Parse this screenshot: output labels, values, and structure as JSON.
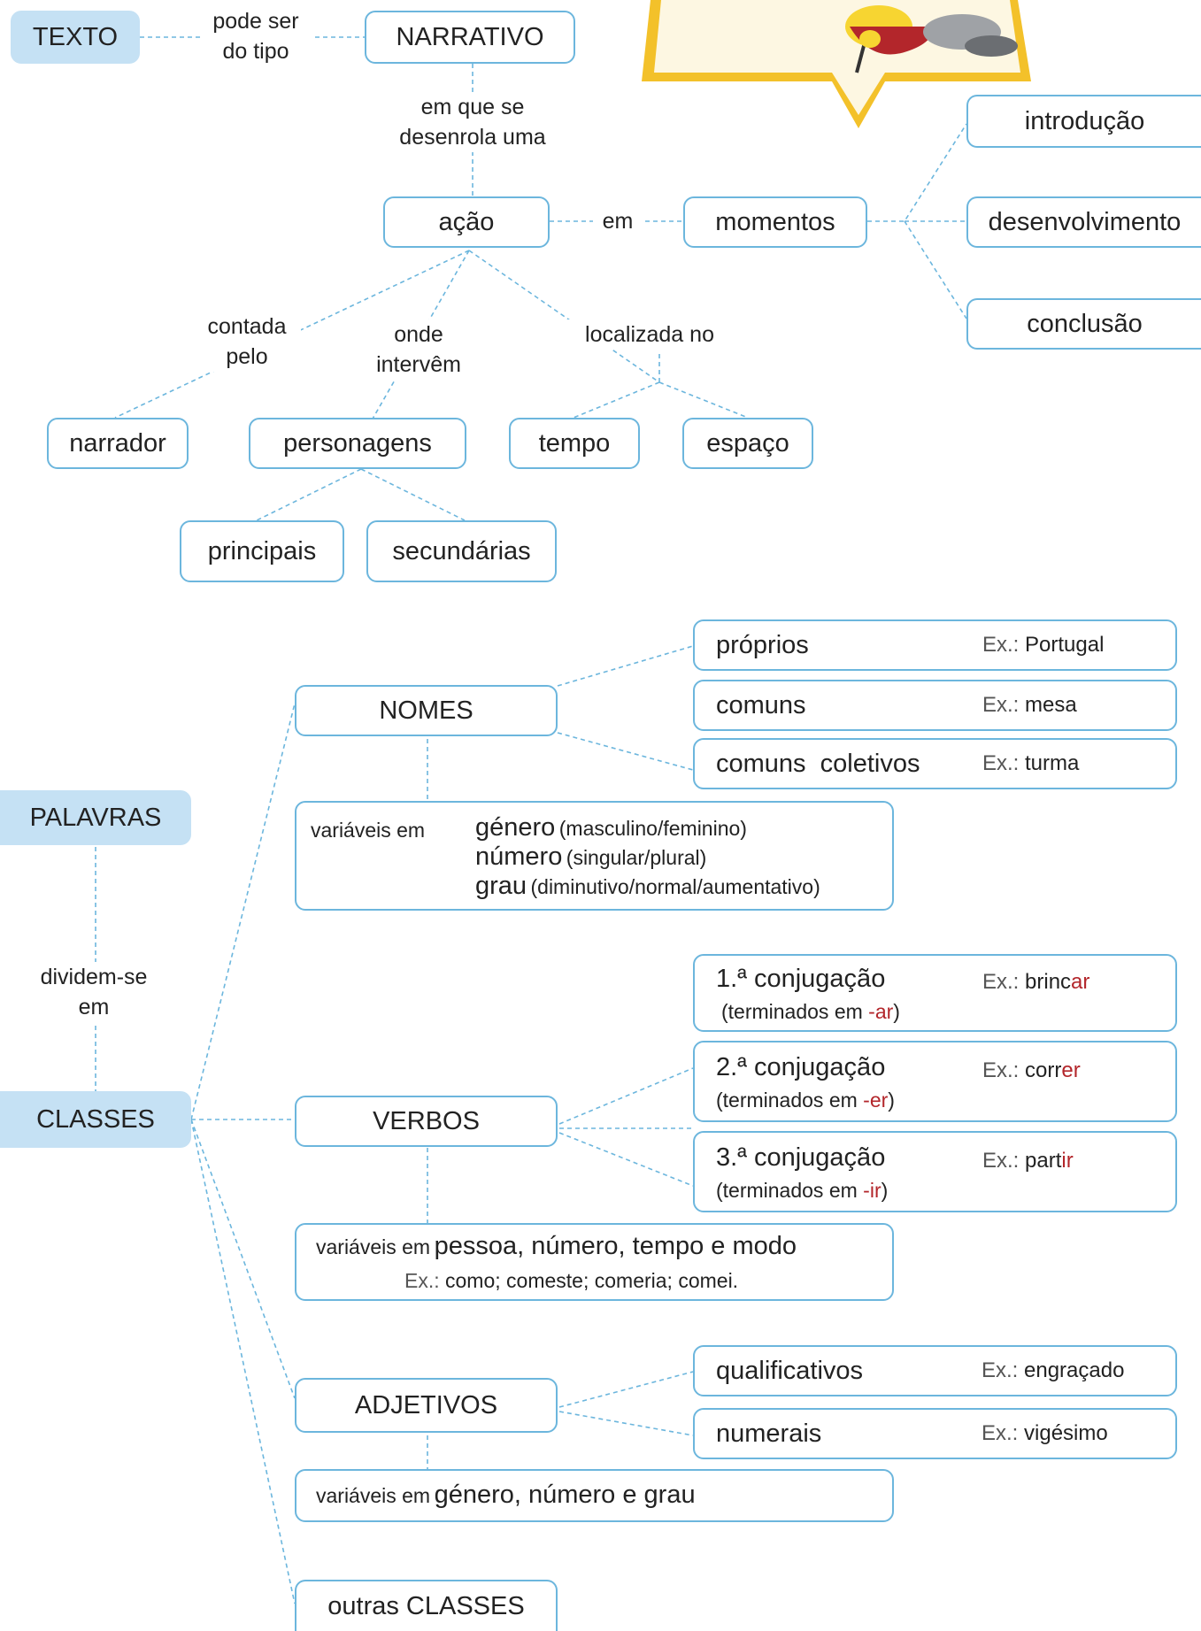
{
  "top": {
    "texto": "TEXTO",
    "link_pode_ser_1": "pode ser",
    "link_pode_ser_2": "do tipo",
    "narrativo": "NARRATIVO",
    "link_desenrola_1": "em que se",
    "link_desenrola_2": "desenrola uma",
    "acao": "ação",
    "link_em": "em",
    "momentos": "momentos",
    "introducao": "introdução",
    "desenvolvimento": "desenvolvimento",
    "conclusao": "conclusão",
    "link_contada_1": "contada",
    "link_contada_2": "pelo",
    "link_onde_1": "onde",
    "link_onde_2": "intervêm",
    "link_localizada": "localizada no",
    "narrador": "narrador",
    "personagens": "personagens",
    "tempo": "tempo",
    "espaco": "espaço",
    "principais": "principais",
    "secundarias": "secundárias"
  },
  "bottom": {
    "palavras": "PALAVRAS",
    "link_dividem_1": "dividem-se",
    "link_dividem_2": "em",
    "classes": "CLASSES",
    "nomes": {
      "title": "NOMES",
      "proprios": "próprios",
      "proprios_ex_key": "Ex.:",
      "proprios_ex": "Portugal",
      "comuns": "comuns",
      "comuns_ex_key": "Ex.:",
      "comuns_ex": "mesa",
      "coletivos": "comuns  coletivos",
      "coletivos_ex_key": "Ex.:",
      "coletivos_ex": "turma",
      "variaveis_label": "variáveis em",
      "genero": "género",
      "genero_note": "(masculino/feminino)",
      "numero": "número",
      "numero_note": "(singular/plural)",
      "grau": "grau",
      "grau_note": "(diminutivo/normal/aumentativo)"
    },
    "verbos": {
      "title": "VERBOS",
      "conj1": "1.ª conjugação",
      "conj1_sub_a": "(terminados em ",
      "conj1_sub_b": "-ar",
      "conj1_sub_c": ")",
      "conj1_ex_key": "Ex.:",
      "conj1_ex_a": "brinc",
      "conj1_ex_b": "ar",
      "conj2": "2.ª conjugação",
      "conj2_sub_a": "(terminados em ",
      "conj2_sub_b": "-er",
      "conj2_sub_c": ")",
      "conj2_ex_key": "Ex.:",
      "conj2_ex_a": "corr",
      "conj2_ex_b": "er",
      "conj3": "3.ª conjugação",
      "conj3_sub_a": "(terminados em ",
      "conj3_sub_b": "-ir",
      "conj3_sub_c": ")",
      "conj3_ex_key": "Ex.:",
      "conj3_ex_a": "part",
      "conj3_ex_b": "ir",
      "variaveis_label": "variáveis em",
      "variaveis_value": "pessoa, número, tempo e modo",
      "ex_key": "Ex.:",
      "ex_value": "como; comeste; comeria; comei."
    },
    "adjetivos": {
      "title": "ADJETIVOS",
      "qualificativos": "qualificativos",
      "qual_ex_key": "Ex.:",
      "qual_ex": "engraçado",
      "numerais": "numerais",
      "num_ex_key": "Ex.:",
      "num_ex": "vigésimo",
      "variaveis_label": "variáveis em",
      "variaveis_value": "género, número e grau"
    },
    "outras": "outras CLASSES"
  },
  "colors": {
    "border": "#6cb6dd",
    "fill": "#c5e1f4",
    "accent_red": "#b3262b"
  },
  "illustration": "book-with-cartoon-character"
}
